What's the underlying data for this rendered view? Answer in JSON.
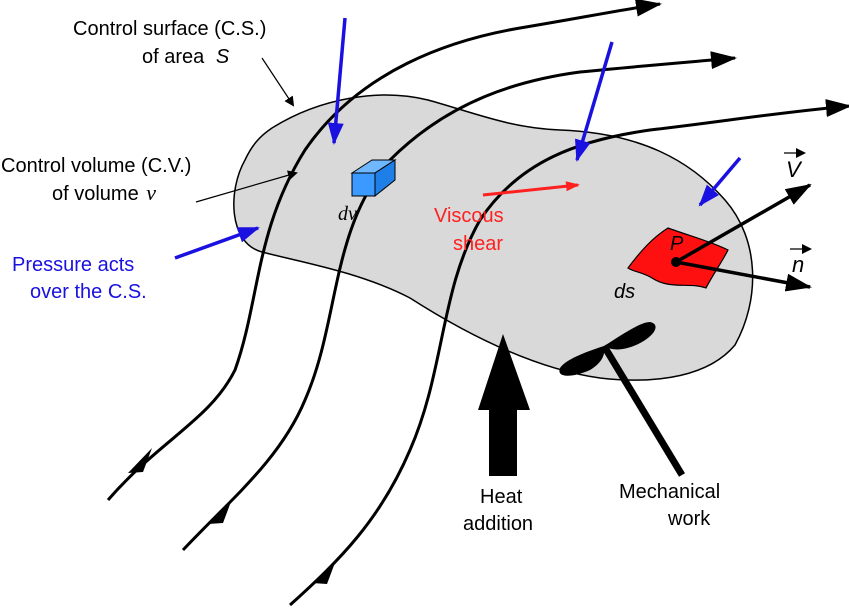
{
  "labels": {
    "control_surface_line1": "Control surface (C.S.)",
    "control_surface_line2": "of area",
    "control_surface_symbol": "S",
    "control_volume_line1": "Control volume (C.V.)",
    "control_volume_line2": "of volume",
    "control_volume_symbol": "v",
    "element_volume": "dv",
    "viscous_line1": "Viscous",
    "viscous_line2": "shear",
    "pressure_line1": "Pressure acts",
    "pressure_line2": "over the C.S.",
    "point": "P",
    "surface_element": "ds",
    "velocity_vector": "V",
    "normal_vector": "n",
    "heat_line1": "Heat",
    "heat_line2": "addition",
    "work_line1": "Mechanical",
    "work_line2": "work"
  },
  "colors": {
    "control_volume_fill": "#d9d9d9",
    "pressure_arrows": "#1a10e0",
    "viscous_shear": "#ff2020",
    "surface_element": "#ff1010",
    "volume_cube": "#2f8fff",
    "streamlines": "#000000"
  },
  "icons": {
    "volume_element": "cube-icon",
    "heat": "up-arrow-icon",
    "work": "propeller-icon"
  }
}
